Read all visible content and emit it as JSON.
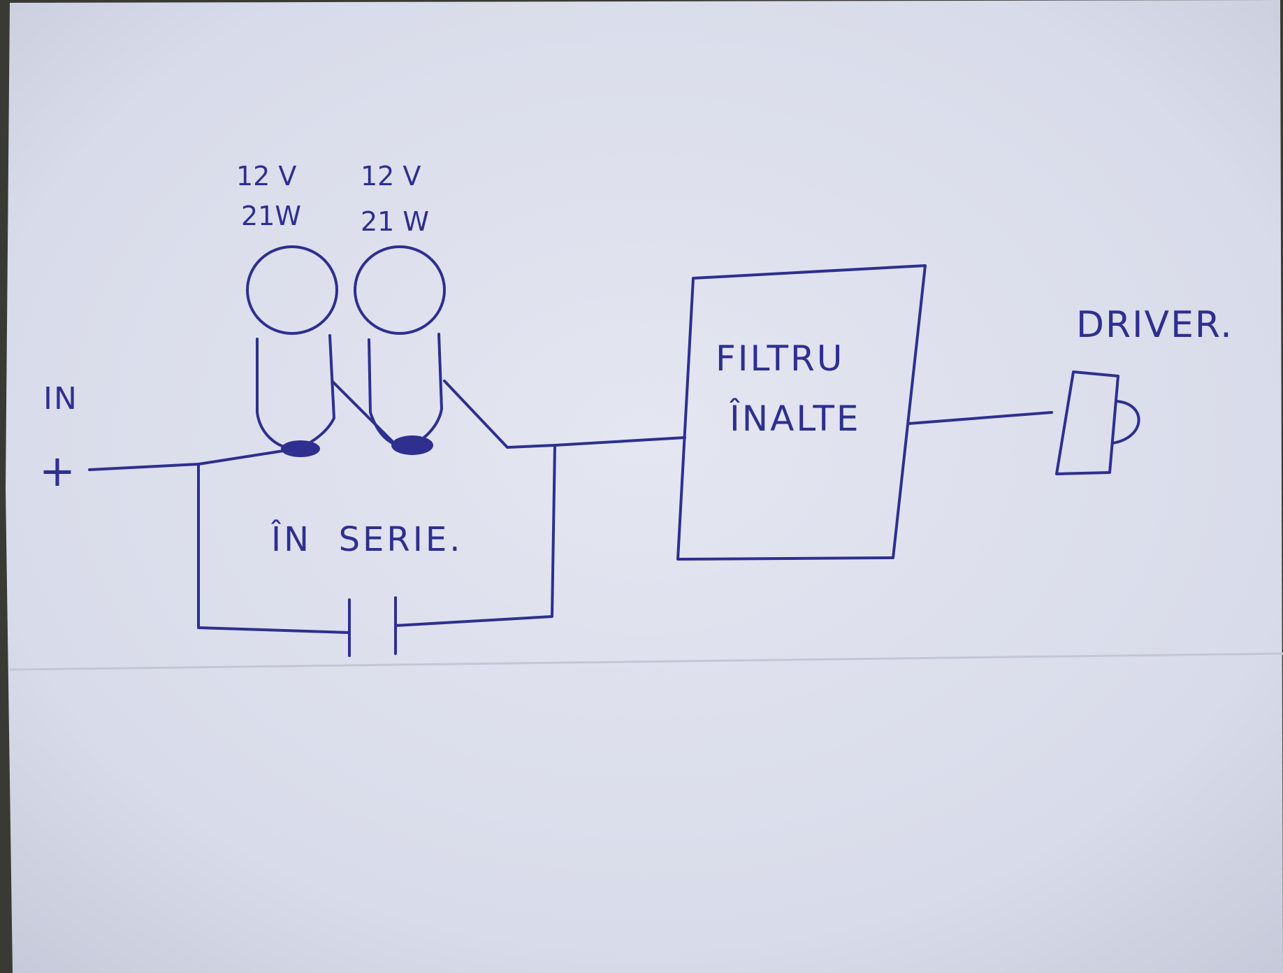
{
  "labels": {
    "in": "IN",
    "plus": "+",
    "series": "ÎN  SERIE.",
    "filter_line1": "FILTRU",
    "filter_line2": "ÎNALTE",
    "driver": "DRIVER."
  },
  "bulbs": [
    {
      "voltage": "12 V",
      "power": "21W"
    },
    {
      "voltage": "12 V",
      "power": "21 W"
    }
  ],
  "colors": {
    "ink": "#2e2f8f",
    "paper": "#dfe1ee",
    "paper_edge": "#c9ccdc",
    "background": "#3a3a34"
  }
}
